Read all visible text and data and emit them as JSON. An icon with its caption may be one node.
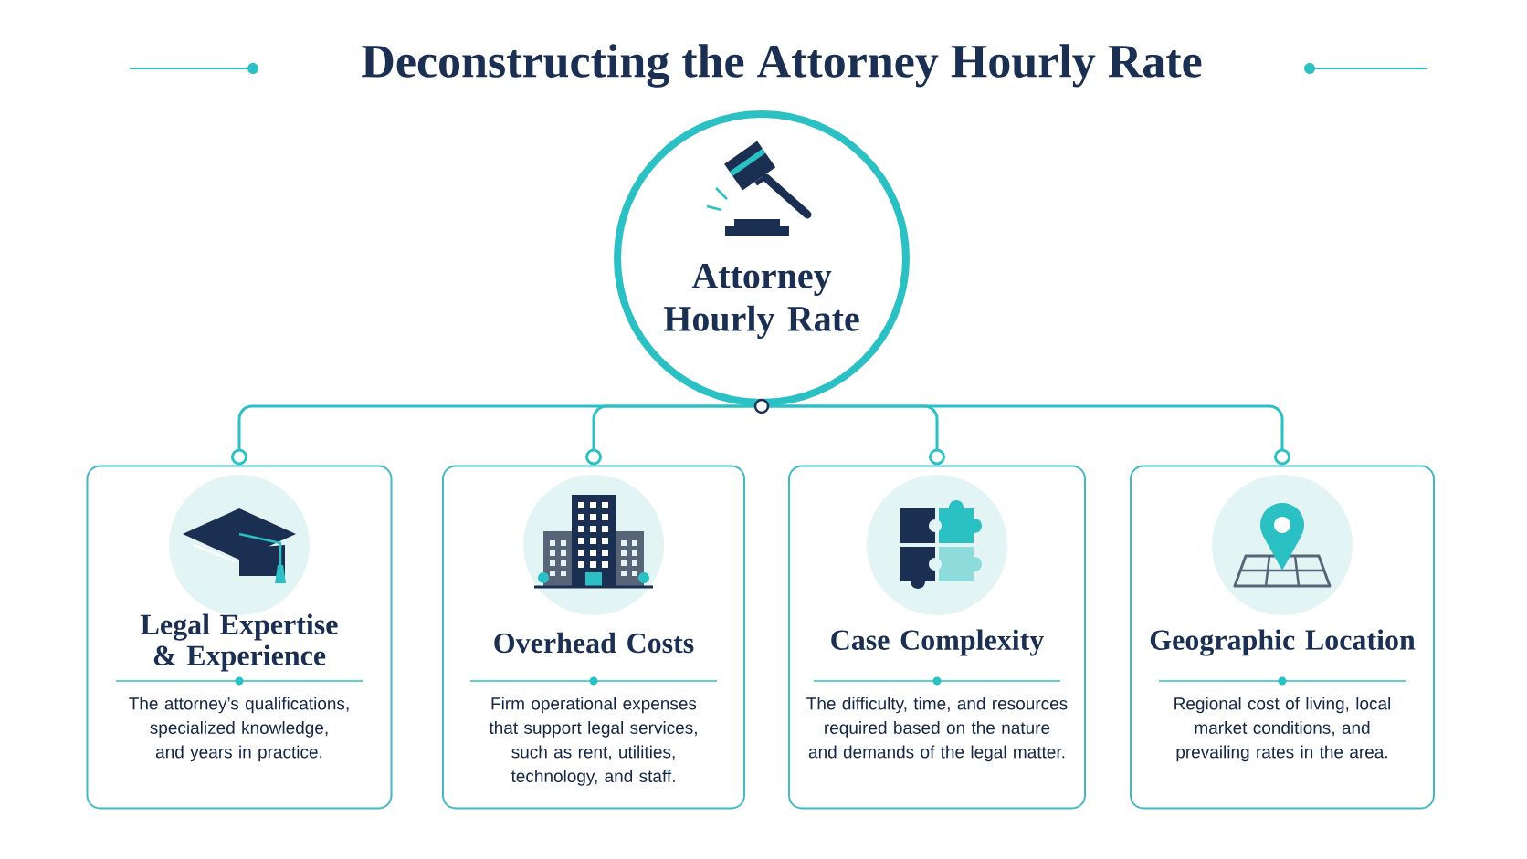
{
  "diagram": {
    "title": "Deconstructing the Attorney Hourly Rate",
    "nodes": [
      {
        "text": [
          "Attorney Hourly Rate"
        ]
      },
      {
        "text": [
          "Legal Expertise & Experience",
          "The attorney’s qualifications, specialized knowledge, and years in practice."
        ]
      },
      {
        "text": [
          "Overhead Costs",
          "Firm operational expenses that support legal services, such as rent, utilities, technology, and staff."
        ]
      },
      {
        "text": [
          "Case Complexity",
          "The difficulty, time, and resources required based on the nature and demands of the legal matter."
        ]
      },
      {
        "text": [
          "Geographic Location",
          "Regional cost of living, local market conditions, and prevailing rates in the area."
        ]
      }
    ],
    "edges": [
      {
        "from": 0,
        "to": 1,
        "arrow": "other"
      },
      {
        "from": 0,
        "to": 2,
        "arrow": "other"
      },
      {
        "from": 0,
        "to": 3,
        "arrow": "other"
      },
      {
        "from": 0,
        "to": 4,
        "arrow": "other"
      }
    ]
  }
}
